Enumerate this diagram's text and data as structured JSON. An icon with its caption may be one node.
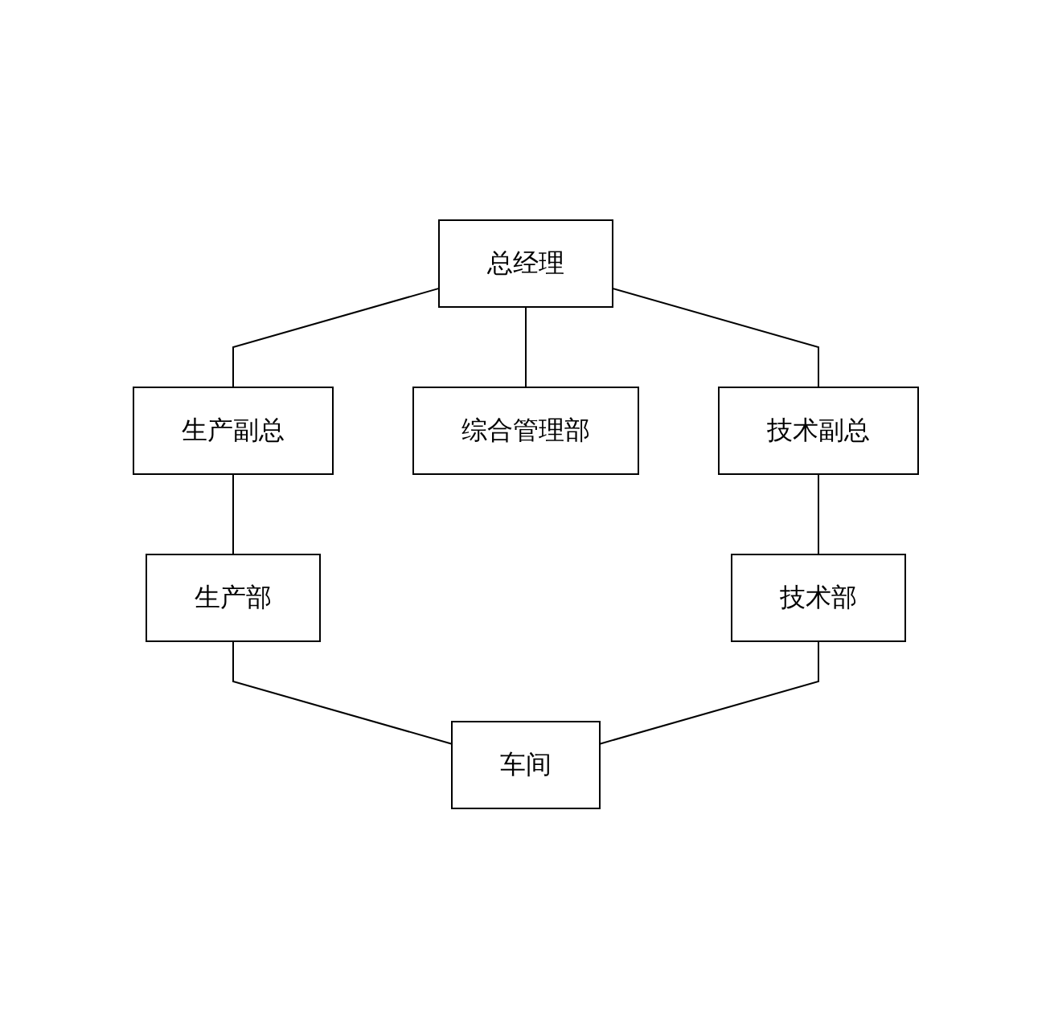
{
  "diagram": {
    "nodes": [
      {
        "text": [
          "总经理"
        ]
      },
      {
        "text": [
          "生产副总"
        ]
      },
      {
        "text": [
          "综合管理部"
        ]
      },
      {
        "text": [
          "技术副总"
        ]
      },
      {
        "text": [
          "生产部"
        ]
      },
      {
        "text": [
          "技术部"
        ]
      },
      {
        "text": [
          "车间"
        ]
      }
    ],
    "edges": [
      {
        "from": 0,
        "to": 1,
        "arrow": "none"
      },
      {
        "from": 0,
        "to": 2,
        "arrow": "none"
      },
      {
        "from": 0,
        "to": 3,
        "arrow": "none"
      },
      {
        "from": 1,
        "to": 4,
        "arrow": "none"
      },
      {
        "from": 3,
        "to": 5,
        "arrow": "none"
      },
      {
        "from": 4,
        "to": 6,
        "arrow": "none"
      },
      {
        "from": 5,
        "to": 6,
        "arrow": "none"
      }
    ]
  }
}
